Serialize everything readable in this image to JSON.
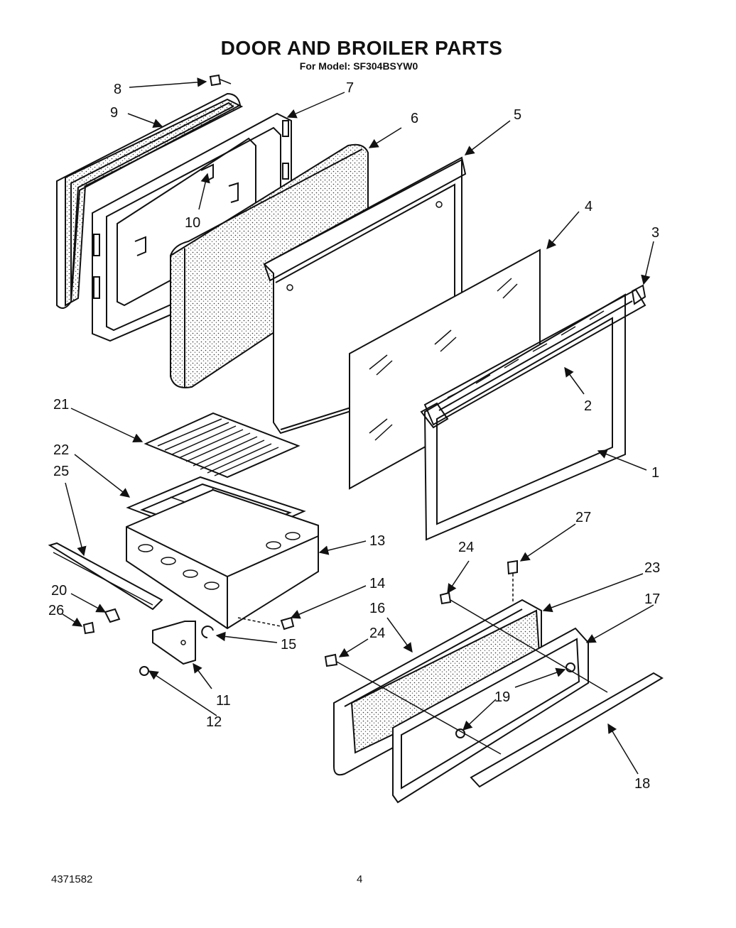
{
  "title": "DOOR AND BROILER PARTS",
  "subtitle": "For Model: SF304BSYW0",
  "footer": {
    "part_number": "4371582",
    "page": "4"
  },
  "callouts": [
    "1",
    "2",
    "3",
    "4",
    "5",
    "6",
    "7",
    "8",
    "9",
    "10",
    "11",
    "12",
    "13",
    "14",
    "15",
    "16",
    "17",
    "18",
    "19",
    "20",
    "21",
    "22",
    "23",
    "24",
    "24",
    "25",
    "26",
    "27"
  ]
}
